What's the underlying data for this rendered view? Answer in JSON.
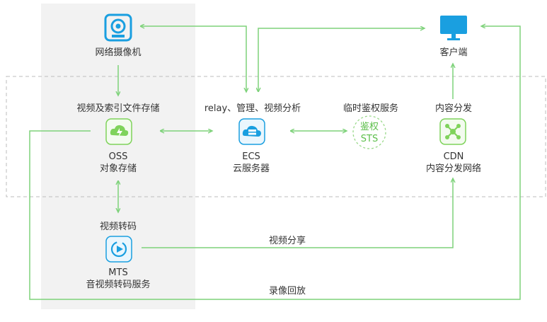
{
  "nodes": {
    "camera": {
      "label": "网络摄像机"
    },
    "client": {
      "label": "客户端"
    },
    "oss": {
      "top_label": "视频及索引文件存储",
      "name": "OSS",
      "sub": "对象存储"
    },
    "ecs": {
      "top_label": "relay、管理、视频分析",
      "name": "ECS",
      "sub": "云服务器"
    },
    "sts": {
      "top_label": "临时鉴权服务",
      "badge_top": "鉴权",
      "badge_bottom": "STS"
    },
    "cdn": {
      "top_label": "内容分发",
      "name": "CDN",
      "sub": "内容分发网络"
    },
    "mts": {
      "top_label": "视频转码",
      "name": "MTS",
      "sub": "音视频转码服务"
    }
  },
  "edges": {
    "share": "视频分享",
    "playback": "录像回放"
  },
  "colors": {
    "line": "#7ed27a",
    "icon_blue": "#1a9fe0",
    "icon_green": "#7fd35b",
    "panel_gray": "#f2f2f2",
    "dashed": "#bdbdbd"
  }
}
